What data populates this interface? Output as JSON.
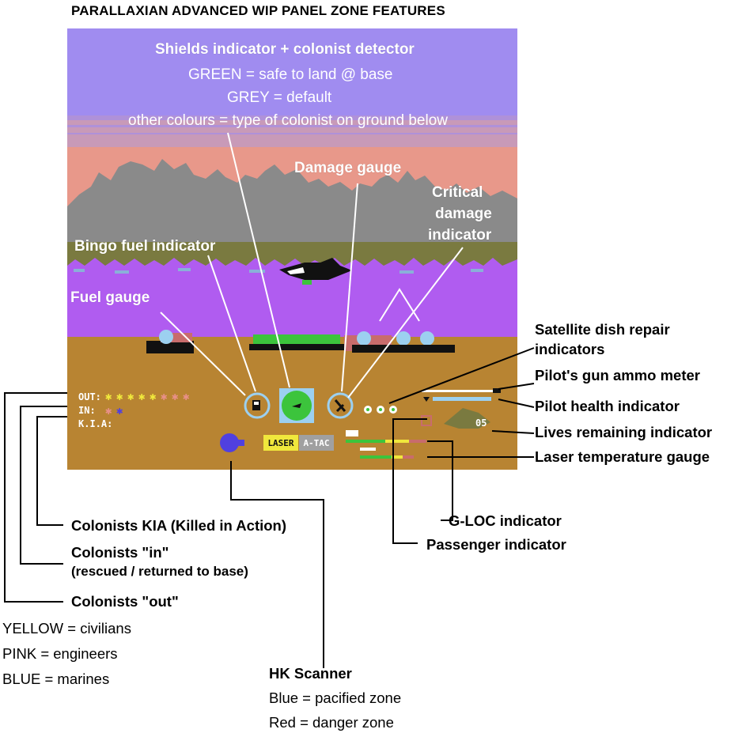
{
  "title": "PARALLAXIAN ADVANCED WIP PANEL ZONE FEATURES",
  "screen_labels": {
    "shields_title": "Shields indicator + colonist detector",
    "shields_green": "GREEN = safe to land @ base",
    "shields_grey": "GREY = default",
    "shields_other": "other colours = type of colonist on ground below",
    "damage_gauge": "Damage gauge",
    "critical_1": "Critical",
    "critical_2": "damage",
    "critical_3": "indicator",
    "bingo_fuel": "Bingo fuel indicator",
    "fuel_gauge": "Fuel gauge"
  },
  "panel": {
    "out_label": "OUT:",
    "in_label": "IN:",
    "kia_label": "K.I.A:",
    "laser_button": "LASER",
    "atac_button": "A-TAC",
    "lives_count": "05"
  },
  "callouts": {
    "satellite_1": "Satellite dish repair",
    "satellite_2": "indicators",
    "gun_ammo": "Pilot's gun ammo meter",
    "health": "Pilot health indicator",
    "lives": "Lives remaining indicator",
    "laser_temp": "Laser temperature gauge",
    "gloc": "G-LOC indicator",
    "passenger": "Passenger indicator",
    "kia": "Colonists KIA (Killed in Action)",
    "in_1": "Colonists \"in\"",
    "in_2": "(rescued / returned to base)",
    "out": "Colonists \"out\"",
    "yellow": "YELLOW = civilians",
    "pink": "PINK = engineers",
    "blue": "BLUE = marines",
    "hk_title": "HK Scanner",
    "hk_blue": "Blue = pacified zone",
    "hk_red": "Red = danger zone"
  },
  "colors": {
    "sky": "#a08cf0",
    "haze": "#e8988a",
    "mountains": "#8a8a8a",
    "ground_strip": "#b05cf0",
    "panel": "#b88432",
    "civilian": "#f0e83c",
    "engineer": "#e89088",
    "marine": "#5040e0",
    "shield_green": "#3cc43c",
    "gauge_cyan": "#9cd0f0"
  }
}
